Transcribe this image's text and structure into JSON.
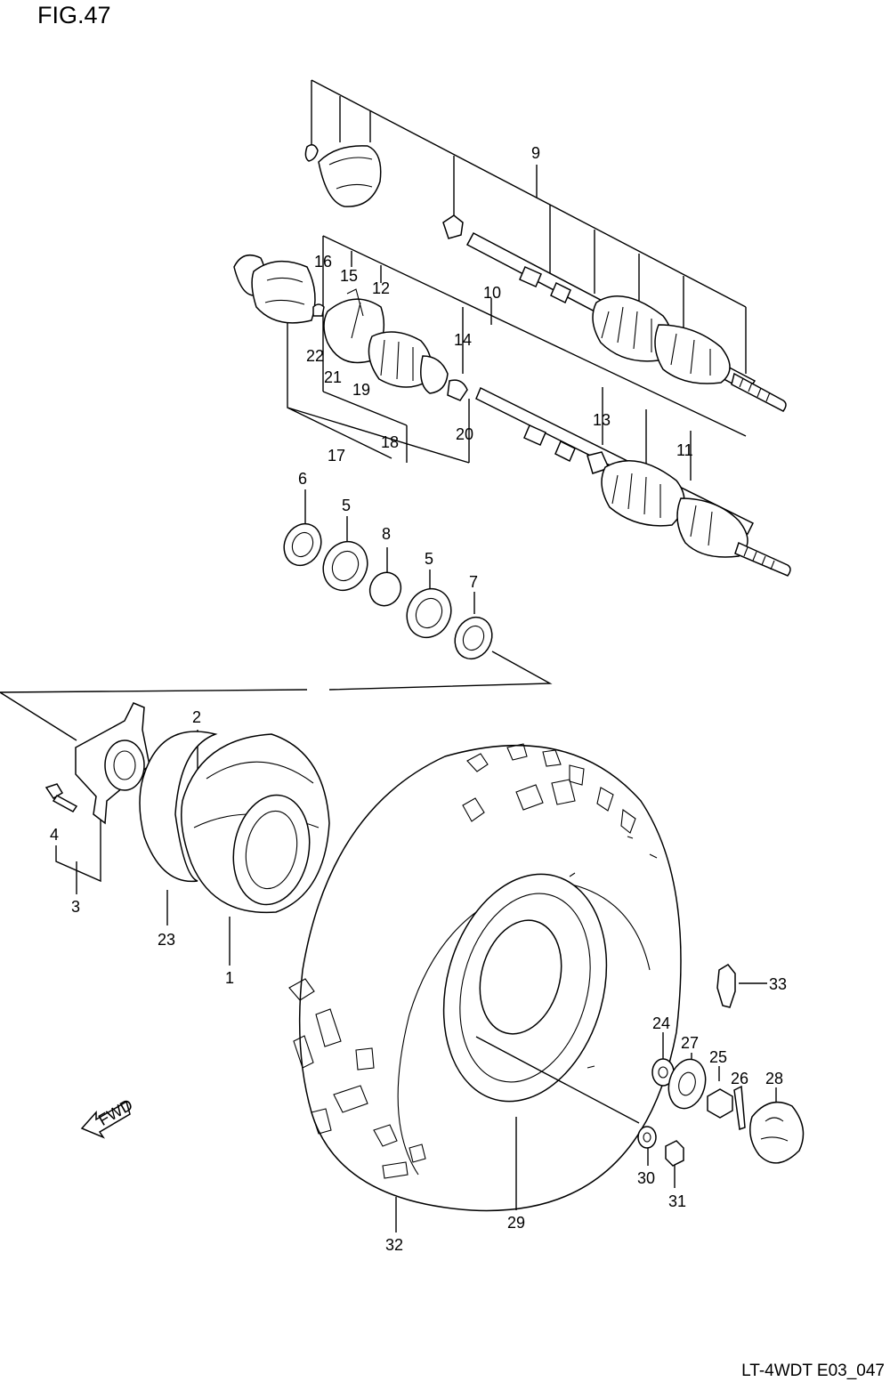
{
  "figure": {
    "title": "FIG.47",
    "code": "LT-4WDT E03_047"
  },
  "fwd_label": "FWD",
  "callouts": [
    {
      "id": "9",
      "label": "9"
    },
    {
      "id": "10",
      "label": "10"
    },
    {
      "id": "11",
      "label": "11"
    },
    {
      "id": "12",
      "label": "12"
    },
    {
      "id": "13",
      "label": "13"
    },
    {
      "id": "14",
      "label": "14"
    },
    {
      "id": "15",
      "label": "15"
    },
    {
      "id": "16",
      "label": "16"
    },
    {
      "id": "17",
      "label": "17"
    },
    {
      "id": "18",
      "label": "18"
    },
    {
      "id": "19",
      "label": "19"
    },
    {
      "id": "20",
      "label": "20"
    },
    {
      "id": "21",
      "label": "21"
    },
    {
      "id": "22",
      "label": "22"
    },
    {
      "id": "6",
      "label": "6"
    },
    {
      "id": "5a",
      "label": "5"
    },
    {
      "id": "8",
      "label": "8"
    },
    {
      "id": "5b",
      "label": "5"
    },
    {
      "id": "7",
      "label": "7"
    },
    {
      "id": "2",
      "label": "2"
    },
    {
      "id": "4",
      "label": "4"
    },
    {
      "id": "3",
      "label": "3"
    },
    {
      "id": "23",
      "label": "23"
    },
    {
      "id": "1",
      "label": "1"
    },
    {
      "id": "33",
      "label": "33"
    },
    {
      "id": "24",
      "label": "24"
    },
    {
      "id": "27",
      "label": "27"
    },
    {
      "id": "25",
      "label": "25"
    },
    {
      "id": "26",
      "label": "26"
    },
    {
      "id": "28",
      "label": "28"
    },
    {
      "id": "30",
      "label": "30"
    },
    {
      "id": "31",
      "label": "31"
    },
    {
      "id": "29",
      "label": "29"
    },
    {
      "id": "32",
      "label": "32"
    }
  ]
}
